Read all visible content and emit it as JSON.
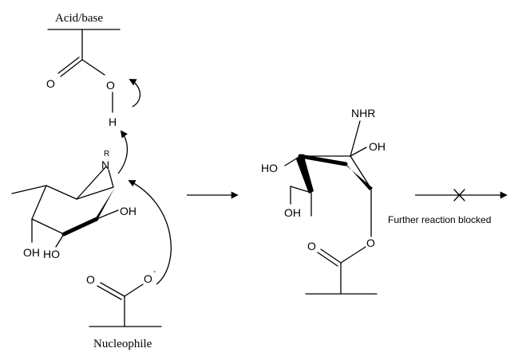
{
  "labels": {
    "acid_base": "Acid/base",
    "nucleophile": "Nucleophile",
    "further_reaction": "Further reaction blocked"
  },
  "atoms": {
    "acid_o_carbonyl": "O",
    "acid_o_hydroxyl": "O",
    "acid_h": "H",
    "ring_n": "N",
    "ring_r": "R",
    "left_oh_c2": "OH",
    "left_ho_c3": "HO",
    "left_oh_c4": "OH",
    "nuc_o_carbonyl": "O",
    "nuc_o_anion": "O",
    "nuc_charge": "-",
    "prod_nhr": "NHR",
    "prod_oh_top": "OH",
    "prod_ho_left": "HO",
    "prod_oh_bottom": "OH",
    "prod_ester_o": "O",
    "prod_carbonyl_o": "O"
  },
  "icons": {
    "reaction_arrow": "right-arrow-icon",
    "blocked_arrow": "crossed-arrow-icon"
  }
}
